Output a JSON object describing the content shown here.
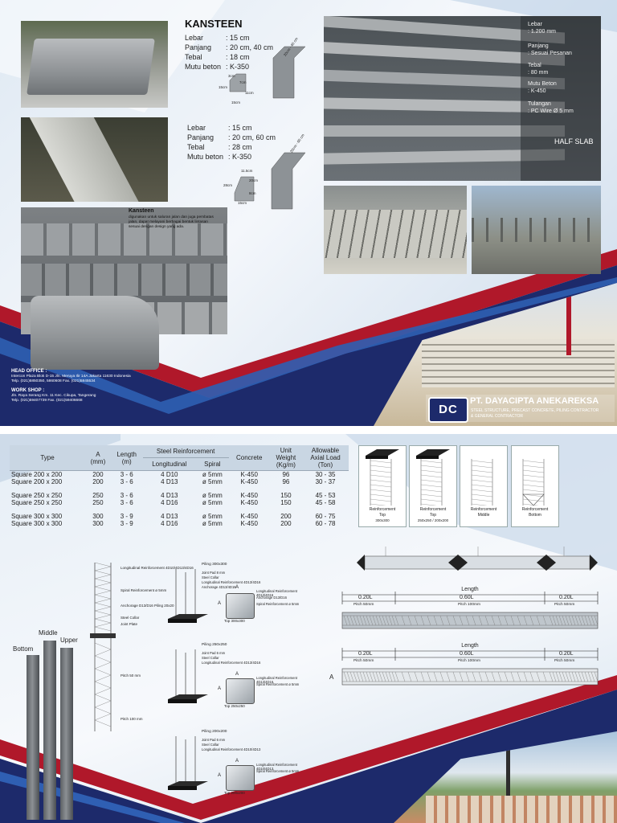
{
  "top": {
    "kansteen_title": "KANSTEEN",
    "spec1": {
      "rows": [
        {
          "label": "Lebar",
          "value": ": 15 cm"
        },
        {
          "label": "Panjang",
          "value": ": 20 cm, 40 cm"
        },
        {
          "label": "Tebal",
          "value": ": 18 cm"
        },
        {
          "label": "Mutu beton",
          "value": ": K-350"
        }
      ],
      "dim_labels": [
        "3cm",
        "15cm",
        "7cm",
        "11cm",
        "15cm",
        "20cm - 40 cm"
      ]
    },
    "spec2": {
      "rows": [
        {
          "label": "Lebar",
          "value": ": 15 cm"
        },
        {
          "label": "Panjang",
          "value": ": 20 cm, 60 cm"
        },
        {
          "label": "Tebal",
          "value": ": 28 cm"
        },
        {
          "label": "Mutu beton",
          "value": ": K-350"
        }
      ],
      "dim_labels": [
        "11.5cm",
        "28cm",
        "20cm",
        "8cm",
        "15cm",
        "20cm - 60 cm"
      ]
    },
    "kansteen_note_title": "Kansteen",
    "kansteen_note_body": "digunakan untuk saluran jalan dan juga pembatas jalan, dapat melayani berbagai bentuk lintasan sesuai dengan design yang ada.",
    "halfslab": {
      "rows": [
        {
          "label": "Lebar",
          "value": ": 1.200 mm"
        },
        {
          "label": "Panjang",
          "value": ": Sesuai Pesanan"
        },
        {
          "label": "Tebal",
          "value": ": 80 mm"
        },
        {
          "label": "Mutu Beton",
          "value": ": K-450"
        },
        {
          "label": "Tulangan",
          "value": ": PC Wire  Ø 5 mm"
        }
      ],
      "caption": "HALF SLAB"
    },
    "head_office_title": "HEAD OFFICE :",
    "head_office_address": "Intercon Plaza Blok D-15 Jln. Meruya Ilir 14A Jakarta 11630 Indonesia",
    "head_office_phone": "Telp. (021)5850350, 5860608 Fax. (021)5845534",
    "workshop_title": "WORK SHOP :",
    "workshop_address": "Jln. Raya Serang Km. 11 Kec. Cikupa, Tangerang",
    "workshop_phone": "Telp. (021)59407739 Fax. (021)59406668",
    "company_logo_text": "DC",
    "company_name": "PT. DAYACIPTA ANEKAREKSA",
    "company_tagline_1": "STEEL STRUCTURE, PRECAST CONCRETE, PILING CONTRACTOR",
    "company_tagline_2": "& GENERAL CONTRACTOR",
    "colors": {
      "navy": "#1d2a6b",
      "red": "#b0182a",
      "blue_accent": "#2f5fb3"
    }
  },
  "bottom": {
    "table": {
      "headers": {
        "type": "Type",
        "a": "A",
        "a_unit": "(mm)",
        "length": "Length",
        "length_unit": "(m)",
        "steel": "Steel Reinforcement",
        "longitudinal": "Longitudinal",
        "spiral": "Spiral",
        "concrete": "Concrete",
        "unit_weight": "Unit",
        "unit_weight2": "Weight",
        "unit_weight_unit": "(Kg/m)",
        "allowable": "Allowable",
        "allowable2": "Axial Load",
        "allowable_unit": "(Ton)"
      },
      "groups": [
        [
          {
            "type": "Square 200 x 200",
            "a": "200",
            "length": "3 - 6",
            "long": "4 D10",
            "spiral": "ø 5mm",
            "concrete": "K-450",
            "weight": "96",
            "load": "30 - 35"
          },
          {
            "type": "Square 200 x 200",
            "a": "200",
            "length": "3 - 6",
            "long": "4 D13",
            "spiral": "ø 5mm",
            "concrete": "K-450",
            "weight": "96",
            "load": "30 - 37"
          }
        ],
        [
          {
            "type": "Square 250 x 250",
            "a": "250",
            "length": "3 - 6",
            "long": "4 D13",
            "spiral": "ø 5mm",
            "concrete": "K-450",
            "weight": "150",
            "load": "45 - 53"
          },
          {
            "type": "Square 250 x 250",
            "a": "250",
            "length": "3 - 6",
            "long": "4 D16",
            "spiral": "ø 5mm",
            "concrete": "K-450",
            "weight": "150",
            "load": "45 - 58"
          }
        ],
        [
          {
            "type": "Square 300 x 300",
            "a": "300",
            "length": "3 - 9",
            "long": "4 D13",
            "spiral": "ø 5mm",
            "concrete": "K-450",
            "weight": "200",
            "load": "60 - 75"
          },
          {
            "type": "Square 300 x 300",
            "a": "300",
            "length": "3 - 9",
            "long": "4 D16",
            "spiral": "ø 5mm",
            "concrete": "K-450",
            "weight": "200",
            "load": "60 - 78"
          }
        ]
      ]
    },
    "pile_labels": {
      "bottom": "Bottom",
      "middle": "Middle",
      "upper": "Upper"
    },
    "reinforcement_cards": [
      {
        "title": "Reinforcement",
        "sub1": "Top",
        "sub2": "300x300"
      },
      {
        "title": "Reinforcement",
        "sub1": "Top",
        "sub2": "250x250 / 200x200"
      },
      {
        "title": "Reinforcement",
        "sub1": "Middle",
        "sub2": ""
      },
      {
        "title": "Reinforcement",
        "sub1": "Bottom",
        "sub2": ""
      }
    ],
    "rebar_detail_labels": {
      "long": "Longitudinal Reinforcement 4D10/4D13/4D16",
      "spiral": "Spiral Reinforcement ø 5mm",
      "anchorage": "Anchorage D13/D16 Piling 20x20",
      "steel_collar": "Steel Collar",
      "joint_plate": "Joint Plate",
      "pitch50": "Pitch 50 mm",
      "pitch100": "Pitch 100 mm"
    },
    "sections": [
      {
        "title": "Piling 300x300",
        "lines": [
          "Joint Pad 8 mm",
          "Steel Collar",
          "Longitudinal Reinforcement 4D13/4D16",
          "Anchorage 4D13/4D16"
        ],
        "right": [
          "Longitudinal Reinforcement 4D13/4D16",
          "Anchorage D13/D16",
          "Spiral Reinforcement ø 5mm"
        ],
        "top": "Top 300x300"
      },
      {
        "title": "Piling 250x250",
        "lines": [
          "Joint Pad 6 mm",
          "Steel Collar",
          "Longitudinal Reinforcement 4D13/4D16"
        ],
        "right": [
          "Longitudinal Reinforcement 4D13/4D16",
          "Spiral Reinforcement ø 5mm"
        ],
        "top": "Top 250x250"
      },
      {
        "title": "Piling 200x200",
        "lines": [
          "Joint Pad 6 mm",
          "Steel Collar",
          "Longitudinal Reinforcement 4D10/4D13"
        ],
        "right": [
          "Longitudinal Reinforcement 4D10/4D13",
          "Spiral Reinforcement ø 5mm"
        ],
        "top": "Top 200x200"
      }
    ],
    "section_a": "A",
    "length_diagrams": [
      {
        "title": "Length",
        "left": "0.20L",
        "left_pitch": "Pitch 50mm",
        "mid": "0.60L",
        "mid_pitch": "Pitch 100mm",
        "right": "0.20L",
        "right_pitch": "Pitch 50mm"
      },
      {
        "title": "Length",
        "left": "0.20L",
        "left_pitch": "Pitch 50mm",
        "mid": "0.60L",
        "mid_pitch": "Pitch 100mm",
        "right": "0.20L",
        "right_pitch": "Pitch 50mm"
      }
    ],
    "side_a": "A"
  }
}
